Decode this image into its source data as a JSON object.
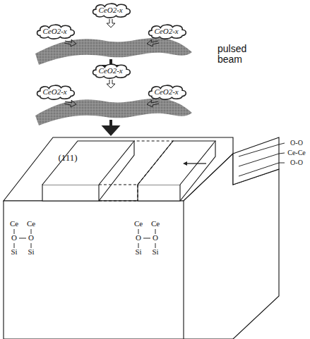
{
  "diagram": {
    "nodes": [
      {
        "text": [
          "CeO2-x"
        ]
      },
      {
        "text": [
          "CeO2-x"
        ]
      },
      {
        "text": [
          "CeO2-x"
        ]
      },
      {
        "text": [
          "CeO2-x"
        ]
      },
      {
        "text": [
          "CeO2-x"
        ]
      },
      {
        "text": [
          "CeO2-x"
        ]
      }
    ],
    "edges": [],
    "labels": [
      "pulsed beam",
      "(111)",
      "O-O",
      "Ce-Ce",
      "O-O",
      "Ce",
      "Ce",
      "O",
      "O",
      "Si",
      "Si",
      "Ce",
      "Ce",
      "O",
      "O",
      "Si",
      "Si"
    ]
  }
}
